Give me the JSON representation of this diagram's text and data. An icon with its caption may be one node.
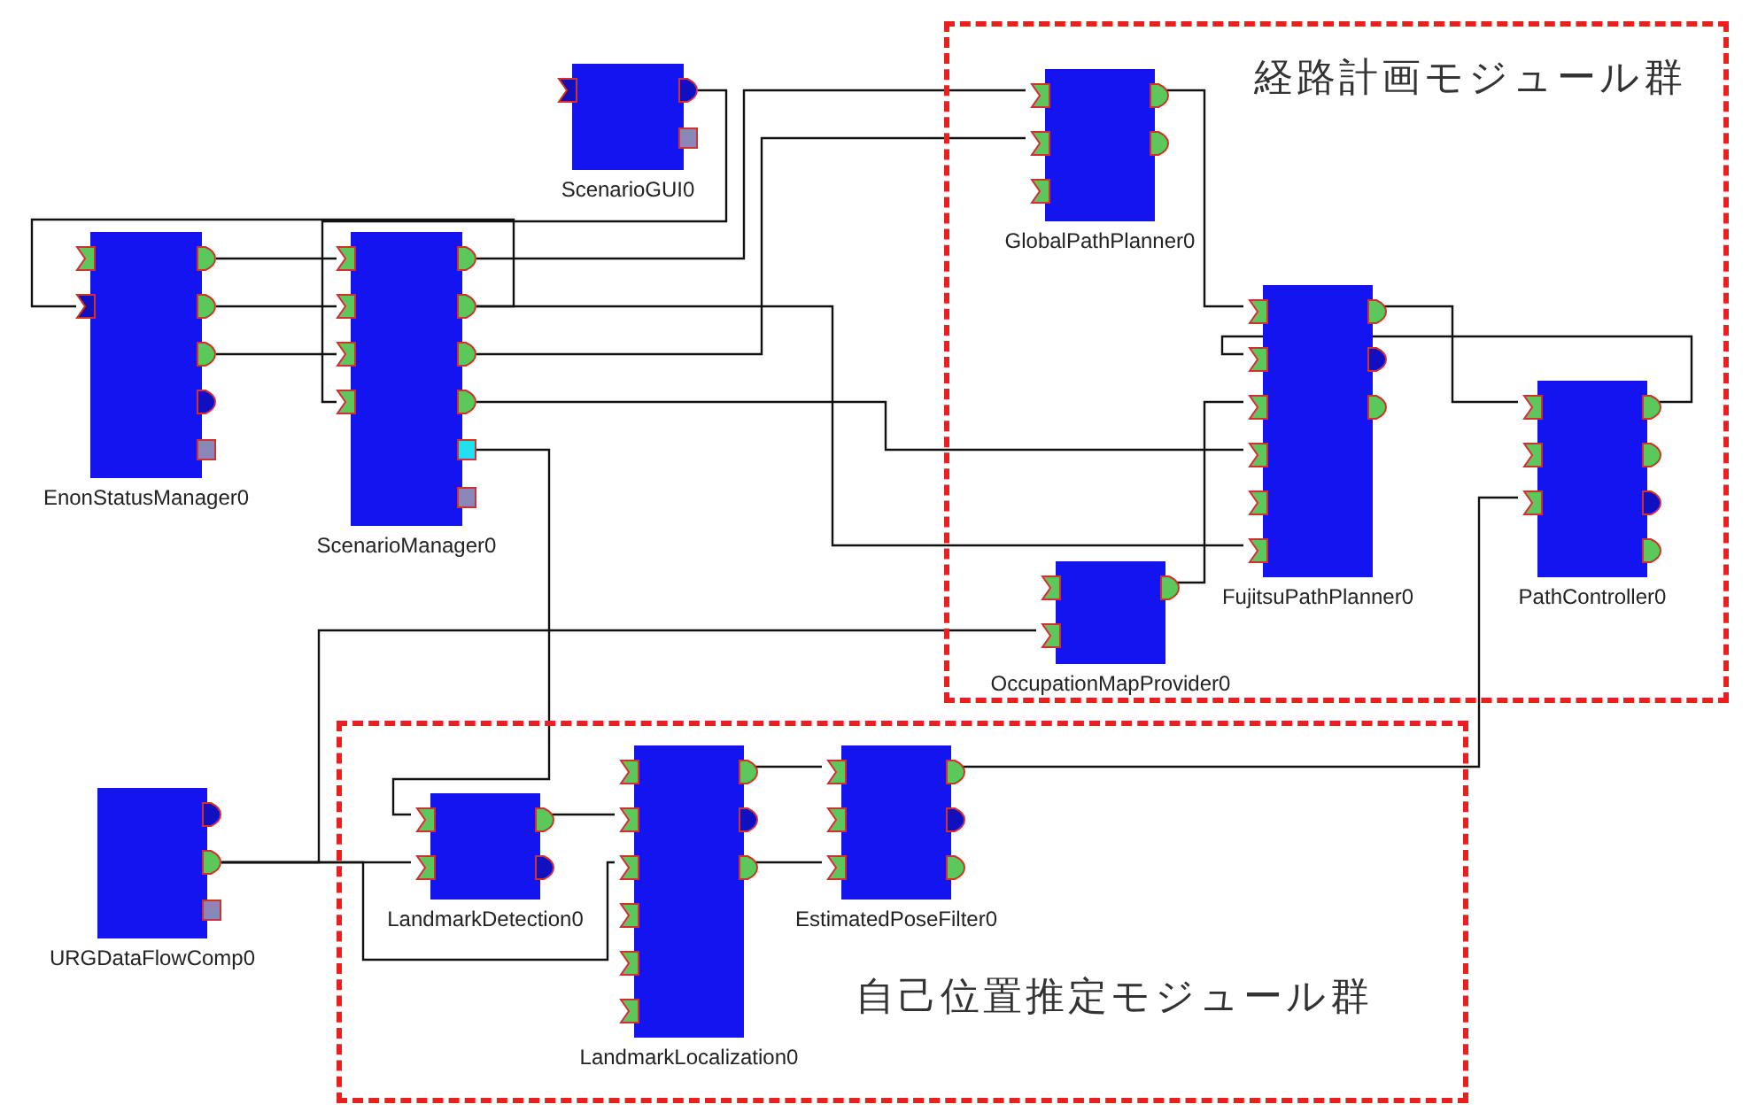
{
  "diagram": {
    "nodes": [
      {
        "text": [
          "経路計画モジュール群"
        ]
      },
      {
        "text": [
          "自己位置推定モジュール群"
        ]
      },
      {
        "text": [
          "EnonStatusManager0"
        ]
      },
      {
        "text": [
          "ScenarioGUI0"
        ]
      },
      {
        "text": [
          "ScenarioManager0"
        ]
      },
      {
        "text": [
          "GlobalPathPlanner0"
        ],
        "in": 0
      },
      {
        "text": [
          "FujitsuPathPlanner0"
        ],
        "in": 0
      },
      {
        "text": [
          "PathController0"
        ],
        "in": 0
      },
      {
        "text": [
          "OccupationMapProvider0"
        ],
        "in": 0
      },
      {
        "text": [
          "URGDataFlowComp0"
        ]
      },
      {
        "text": [
          "LandmarkDetection0"
        ],
        "in": 1
      },
      {
        "text": [
          "LandmarkLocalization0"
        ],
        "in": 1
      },
      {
        "text": [
          "EstimatedPoseFilter0"
        ],
        "in": 1
      }
    ],
    "edges": [
      {
        "from": 2,
        "to": 4,
        "arrow": "none"
      },
      {
        "from": 2,
        "to": 4,
        "arrow": "none"
      },
      {
        "from": 2,
        "to": 4,
        "arrow": "none"
      },
      {
        "from": 4,
        "to": 2,
        "arrow": "none"
      },
      {
        "from": 4,
        "to": 5,
        "arrow": "none"
      },
      {
        "from": 4,
        "to": 5,
        "arrow": "none"
      },
      {
        "from": 4,
        "to": 6,
        "arrow": "none"
      },
      {
        "from": 3,
        "to": 4,
        "arrow": "none"
      },
      {
        "from": 5,
        "to": 6,
        "arrow": "none"
      },
      {
        "from": 6,
        "to": 7,
        "arrow": "none"
      },
      {
        "from": 7,
        "to": 6,
        "arrow": "none"
      },
      {
        "from": 8,
        "to": 6,
        "arrow": "none"
      },
      {
        "from": 9,
        "to": 10,
        "arrow": "none"
      },
      {
        "from": 9,
        "to": 8,
        "arrow": "none"
      },
      {
        "from": 10,
        "to": 11,
        "arrow": "none"
      },
      {
        "from": 9,
        "to": 11,
        "arrow": "none"
      },
      {
        "from": 11,
        "to": 12,
        "arrow": "none"
      },
      {
        "from": 11,
        "to": 12,
        "arrow": "none"
      },
      {
        "from": 12,
        "to": 7,
        "arrow": "none"
      },
      {
        "from": 4,
        "to": 6,
        "arrow": "none"
      },
      {
        "from": 4,
        "to": 10,
        "arrow": "none"
      }
    ]
  }
}
